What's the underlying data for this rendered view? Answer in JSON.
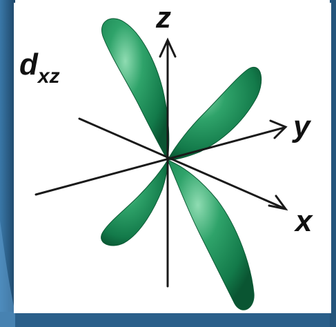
{
  "orbital": {
    "label_main": "d",
    "label_subscript": "xz",
    "lobe_color": "#1f8f5a",
    "lobe_highlight": "#7fd3a6",
    "lobe_shadow": "#0b5a34"
  },
  "axes": {
    "z_label": "z",
    "y_label": "y",
    "x_label": "x",
    "color": "#1a1a1a"
  },
  "frame": {
    "background_left": "#2a5f8a",
    "background_right": "#1e4a6e",
    "panel": "#ffffff"
  }
}
